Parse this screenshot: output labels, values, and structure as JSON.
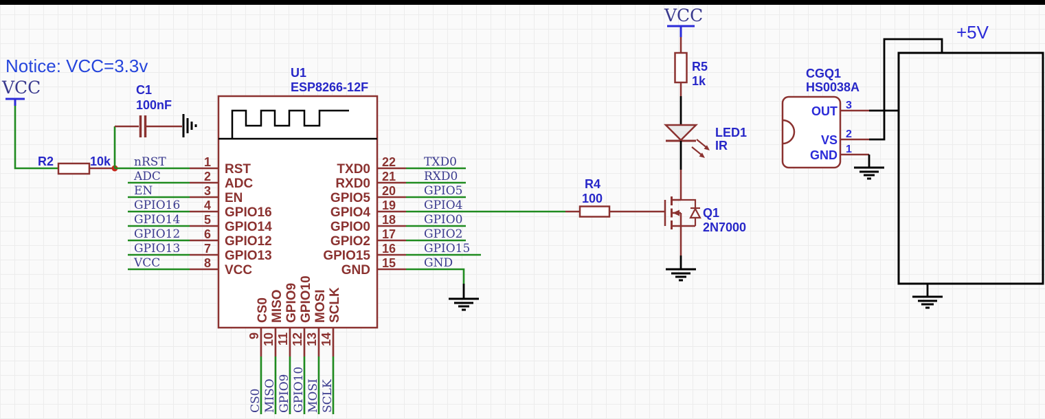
{
  "annotations": {
    "notice": "Notice: VCC=3.3v",
    "plus5v": "+5V"
  },
  "power": {
    "vcc_left": "VCC",
    "vcc_top": "VCC"
  },
  "r2": {
    "ref": "R2",
    "value": "10k"
  },
  "c1": {
    "ref": "C1",
    "value": "100nF"
  },
  "r4": {
    "ref": "R4",
    "value": "100"
  },
  "r5": {
    "ref": "R5",
    "value": "1k"
  },
  "led1": {
    "ref": "LED1",
    "value": "IR"
  },
  "q1": {
    "ref": "Q1",
    "value": "2N7000"
  },
  "u1": {
    "ref": "U1",
    "part": "ESP8266-12F",
    "left_pins": [
      {
        "num": "1",
        "name": "RST",
        "net": "nRST"
      },
      {
        "num": "2",
        "name": "ADC",
        "net": "ADC"
      },
      {
        "num": "3",
        "name": "EN",
        "net": "EN"
      },
      {
        "num": "4",
        "name": "GPIO16",
        "net": "GPIO16"
      },
      {
        "num": "5",
        "name": "GPIO14",
        "net": "GPIO14"
      },
      {
        "num": "6",
        "name": "GPIO12",
        "net": "GPIO12"
      },
      {
        "num": "7",
        "name": "GPIO13",
        "net": "GPIO13"
      },
      {
        "num": "8",
        "name": "VCC",
        "net": "VCC"
      }
    ],
    "right_pins": [
      {
        "num": "22",
        "name": "TXD0",
        "net": "TXD0"
      },
      {
        "num": "21",
        "name": "RXD0",
        "net": "RXD0"
      },
      {
        "num": "20",
        "name": "GPIO5",
        "net": "GPIO5"
      },
      {
        "num": "19",
        "name": "GPIO4",
        "net": "GPIO4"
      },
      {
        "num": "18",
        "name": "GPIO0",
        "net": "GPIO0"
      },
      {
        "num": "17",
        "name": "GPIO2",
        "net": "GPIO2"
      },
      {
        "num": "16",
        "name": "GPIO15",
        "net": "GPIO15"
      },
      {
        "num": "15",
        "name": "GND",
        "net": "GND"
      }
    ],
    "bottom_pins": [
      {
        "num": "9",
        "name": "CS0",
        "net": "CS0"
      },
      {
        "num": "10",
        "name": "MISO",
        "net": "MISO"
      },
      {
        "num": "11",
        "name": "GPIO9",
        "net": "GPIO9"
      },
      {
        "num": "12",
        "name": "GPIO10",
        "net": "GPIO10"
      },
      {
        "num": "13",
        "name": "MOSI",
        "net": "MOSI"
      },
      {
        "num": "14",
        "name": "SCLK",
        "net": "SCLK"
      }
    ]
  },
  "cgq1": {
    "ref": "CGQ1",
    "part": "HS0038A",
    "pins": [
      {
        "num": "3",
        "name": "OUT"
      },
      {
        "num": "2",
        "name": "VS"
      },
      {
        "num": "1",
        "name": "GND"
      }
    ]
  },
  "colors": {
    "wire_green": "#1F8B1F",
    "symbol_maroon": "#8B3230",
    "net_label_navy": "#3A3A8E",
    "component_label_blue": "#2727C8",
    "cgq_pin_blue": "#2B2BD8",
    "notice_blue": "#2545DC",
    "junction_red": "#C5281C",
    "black_wire": "#000000"
  }
}
